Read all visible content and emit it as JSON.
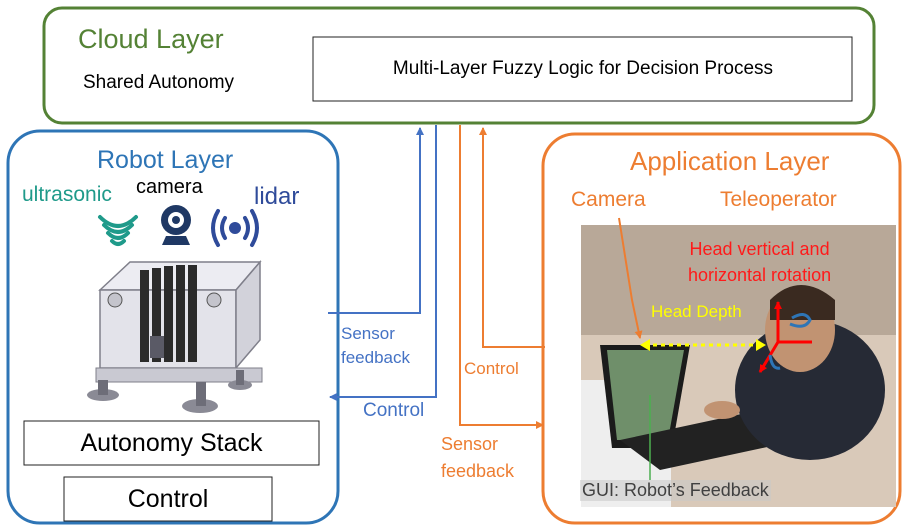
{
  "cloud_layer": {
    "title": "Cloud Layer",
    "subtitle": "Shared Autonomy",
    "process_box": "Multi-Layer Fuzzy Logic for Decision Process"
  },
  "robot_layer": {
    "title": "Robot Layer",
    "sensors": {
      "ultrasonic": "ultrasonic",
      "camera": "camera",
      "lidar": "lidar"
    },
    "autonomy_stack": "Autonomy Stack",
    "control": "Control"
  },
  "application_layer": {
    "title": "Application Layer",
    "camera_label": "Camera",
    "teleoperator_label": "Teleoperator",
    "head_rotation_line1": "Head vertical and",
    "head_rotation_line2": "horizontal rotation",
    "head_depth": "Head Depth",
    "gui_label": "GUI: Robot’s Feedback"
  },
  "arrows": {
    "robot_sensor_feedback_line1": "Sensor",
    "robot_sensor_feedback_line2": "feedback",
    "robot_control": "Control",
    "app_control": "Control",
    "app_sensor_feedback_line1": "Sensor",
    "app_sensor_feedback_line2": "feedback"
  },
  "colors": {
    "cloud": "#548235",
    "robot": "#2e75b6",
    "application": "#ed7d31",
    "head_rotation": "#ff1a1a",
    "head_depth": "#ffff00"
  }
}
